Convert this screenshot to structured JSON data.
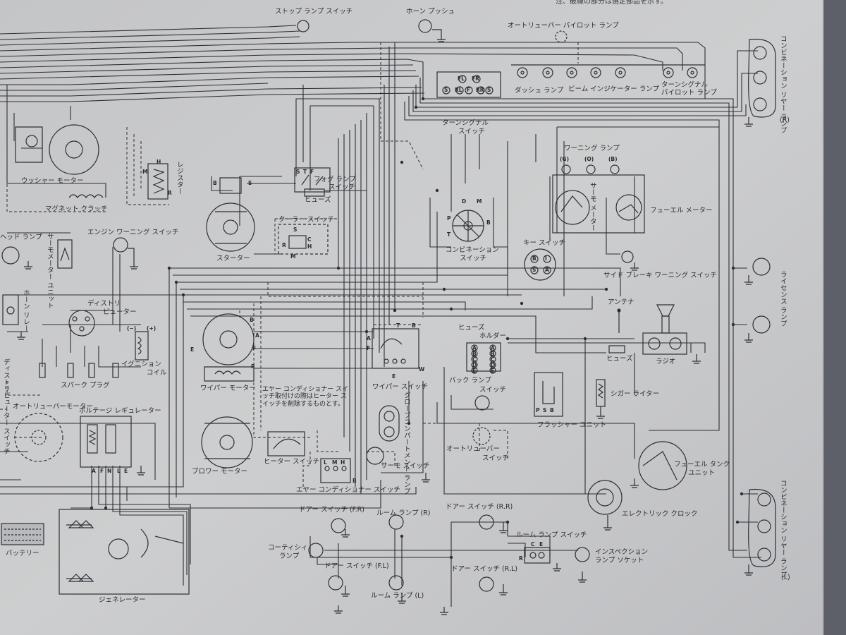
{
  "header_note": "注、破線の部分は選定部品を示す。",
  "components": {
    "stop_lamp_switch": "ストップ ランプ スイッチ",
    "horn_push": "ホーン プッシュ",
    "auto_louver_pilot_lamp": "オートリューバー パイロット ランプ",
    "dash_lamp": "ダッシュ ランプ",
    "beam_indicator_lamp": "ビーム インジケーター ランプ",
    "turn_signal_pilot_lamp_1": "ターンシグナル",
    "turn_signal_pilot_lamp_2": "パイロット ランプ",
    "combination_rear_lamp_r_1": "コンビネーション リヤー ランプ",
    "combination_rear_lamp_r_2": "(R)",
    "washer_motor": "ウッシャー モーター",
    "magnet_clutch": "マグネット クラッチ",
    "resistor": "レジスター",
    "turn_signal_switch_1": "ターンシグナル",
    "turn_signal_switch_2": "スイッチ",
    "fog_lamp_switch_1": "フォグ ランプ",
    "fog_lamp_switch_2": "スイッチ",
    "fuse_1": "ヒューズ",
    "cooler_switch": "クーラー スイッチ",
    "warning_lamp": "ワーニング ランプ",
    "thermo_meter": "サーモ メーター",
    "fuel_meter": "フューエル メーター",
    "head_lamp": "ヘッド ランプ",
    "engine_warning_switch": "エンジン ワーニング スイッチ",
    "thermo_meter_unit": "サーモメーター ユニット",
    "starter": "スターター",
    "combination_switch_1": "コンビネーション",
    "combination_switch_2": "スイッチ",
    "key_switch": "キー スイッチ",
    "side_brake_warning_switch": "サイド ブレーキ ワーニング スイッチ",
    "horn_relay": "ホーン リレー",
    "license_lamp": "ライセンス ランプ",
    "distributor_1": "ディストリ",
    "distributor_2": "ビューター",
    "ignition_coil_1": "イグニション",
    "ignition_coil_2": "コイル",
    "spark_plug": "スパーク プラグ",
    "antenna": "アンテナ",
    "fuse_holder_1": "ヒューズ",
    "fuse_holder_2": "ホルダー",
    "fuse_2": "ヒューズ",
    "radio": "ラジオ",
    "wiper_motor": "ワイパー モーター",
    "wiper_switch": "ワイパー スイッチ",
    "back_lamp_switch_1": "バック ランプ",
    "back_lamp_switch_2": "スイッチ",
    "cigar_lighter": "シガー ライター",
    "ac_note": "エヤー コンディショナー スイッチ取付けの際はヒーター スイッチを削除するものとす。",
    "glove_compartment_lamp": "グローブコンパートメント ランプ",
    "distributor_switch": "ディストリビューター スイッチ",
    "auto_louver_motor": "オートリューバーモーター",
    "voltage_regulator": "ボルテージ レギュレーター",
    "flasher_unit": "フラッシャー ユニット",
    "blower_motor": "ブロワー モーター",
    "heater_switch": "ヒーター スイッチ",
    "thermo_switch": "サーモ スイッチ",
    "auto_louver_switch_1": "オートリューバー",
    "auto_louver_switch_2": "スイッチ",
    "fuel_tank_unit_1": "フューエル タンク",
    "fuel_tank_unit_2": "ユニット",
    "air_conditioner_switch": "エヤー コンディショナー スイッチ",
    "electric_clock": "エレクトリック クロック",
    "combination_rear_lamp_l_1": "コンビネーション リヤー ランプ",
    "combination_rear_lamp_l_2": "(L)",
    "door_switch_fr": "ドアー スイッチ (F.R)",
    "room_lamp_r": "ルーム ランプ (R)",
    "door_switch_rr": "ドアー スイッチ (R.R)",
    "room_lamp_switch": "ルーム ランプ スイッチ",
    "courtesy_lamp_1": "コーティシィ",
    "courtesy_lamp_2": "ランプ",
    "door_switch_fl": "ドアー スイッチ (F.L)",
    "door_switch_rl": "ドアー スイッチ (R.L)",
    "inspection_lamp_socket_1": "インスペクション",
    "inspection_lamp_socket_2": "ランプ ソケット",
    "battery": "バッテリー",
    "generator": "ジェネレーター",
    "room_lamp_l": "ルーム ランプ (L)"
  },
  "terminals": {
    "combination_switch": [
      "D",
      "M",
      "P",
      "T",
      "B"
    ],
    "fuse_holder": [
      "A",
      "A",
      "B",
      "B",
      "C",
      "C",
      "D",
      "D",
      "E",
      "E"
    ],
    "fog_lamp_switch": [
      "S",
      "T",
      "F"
    ],
    "cooler_switch": [
      "S",
      "C",
      "H",
      "R",
      "M"
    ],
    "wiper_switch": [
      "T",
      "B",
      "A",
      "F",
      "E",
      "W"
    ],
    "ignition_coil": [
      "(−)",
      "(+)"
    ],
    "ac_switch": [
      "L",
      "M",
      "H",
      "B"
    ],
    "room_lamp_switch": [
      "C",
      "E",
      "R"
    ],
    "key_switch": [
      "B",
      "I",
      "S",
      "A"
    ],
    "flasher": [
      "P",
      "S",
      "B"
    ],
    "wiper_motor": [
      "B",
      "A",
      "F",
      "R",
      "E"
    ],
    "regulator": [
      "A",
      "F",
      "N",
      "L",
      "E"
    ],
    "warning_lamp": [
      "(G)",
      "(O)",
      "(B)"
    ],
    "starter": [
      "B",
      "S"
    ],
    "turn_signal_switch": [
      "FL",
      "FR",
      "RL",
      "RR",
      "F",
      "S",
      "S"
    ],
    "resistor": [
      "M",
      "H",
      "R"
    ]
  },
  "colors": {
    "paper": "#c9cacb",
    "ink": "#2e2f36",
    "background": "#5e6069"
  }
}
